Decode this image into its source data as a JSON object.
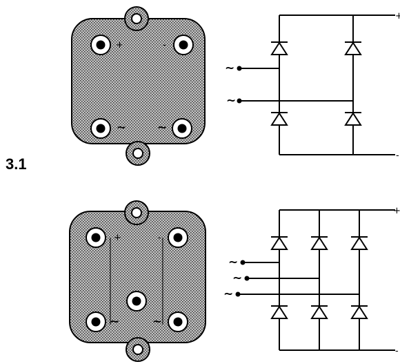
{
  "figure": {
    "label": "3.1",
    "terminal_symbols": {
      "ac": "~",
      "plus": "+",
      "minus": "-"
    },
    "top_module": {
      "type": "single-phase bridge rectifier",
      "ac_inputs": 2,
      "diodes": 4
    },
    "bottom_module": {
      "type": "three-phase bridge rectifier",
      "ac_inputs": 3,
      "diodes": 6
    }
  }
}
